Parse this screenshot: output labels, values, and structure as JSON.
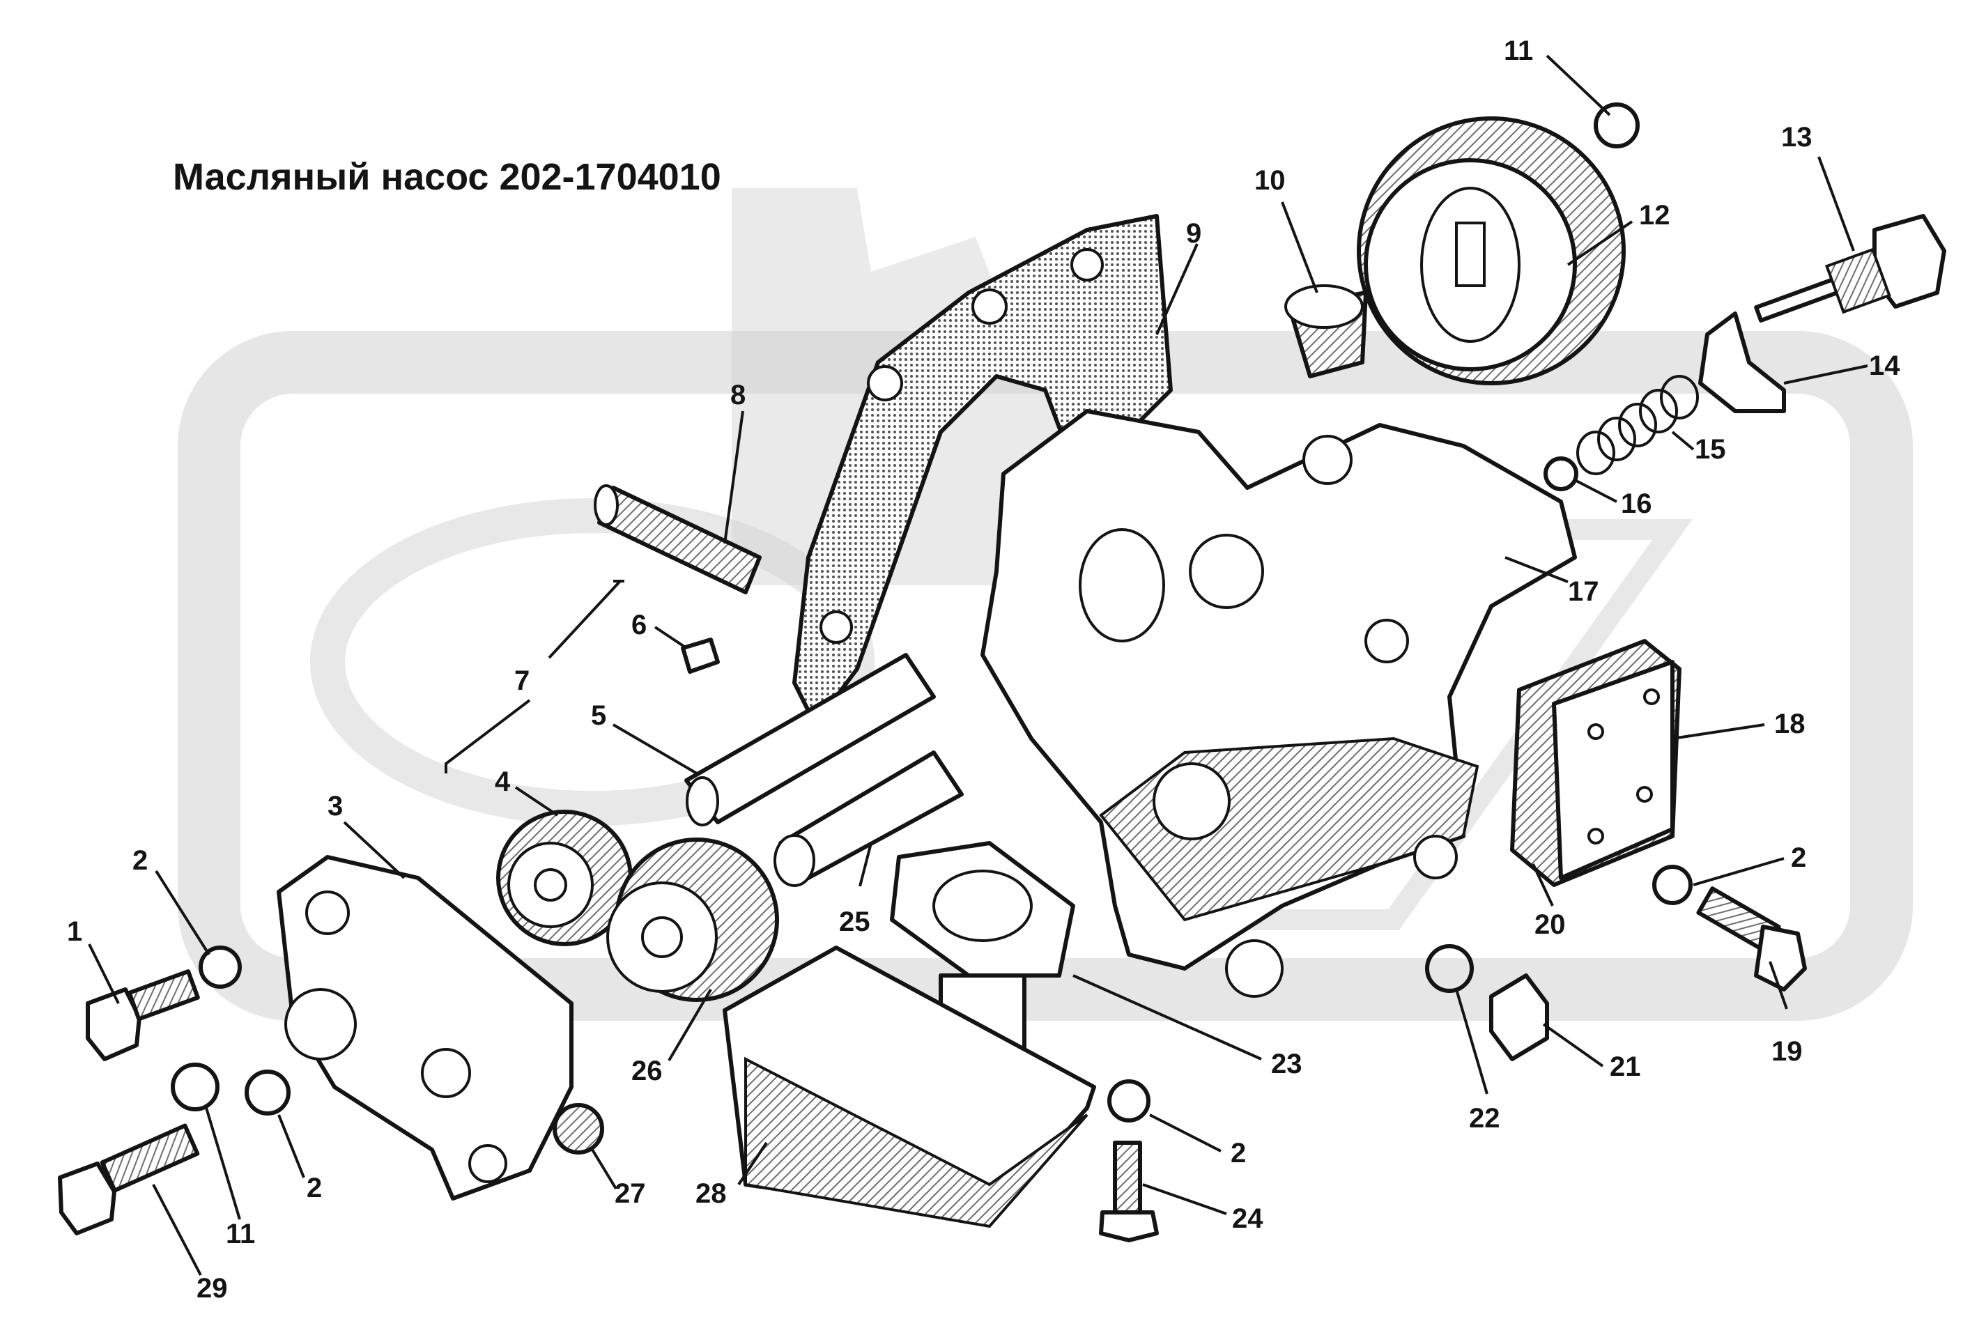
{
  "title": "Масляный насос 202-1704010",
  "colors": {
    "background": "#ffffff",
    "watermark": "#c9c9c9",
    "ink": "#141414",
    "part_fill": "#ffffff",
    "hatch": "#6e6e6e"
  },
  "callouts": [
    {
      "label": "1"
    },
    {
      "label": "2"
    },
    {
      "label": "3"
    },
    {
      "label": "4"
    },
    {
      "label": "5"
    },
    {
      "label": "6"
    },
    {
      "label": "7"
    },
    {
      "label": "8"
    },
    {
      "label": "9"
    },
    {
      "label": "10"
    },
    {
      "label": "11"
    },
    {
      "label": "12"
    },
    {
      "label": "13"
    },
    {
      "label": "14"
    },
    {
      "label": "15"
    },
    {
      "label": "16"
    },
    {
      "label": "17"
    },
    {
      "label": "18"
    },
    {
      "label": "2"
    },
    {
      "label": "19"
    },
    {
      "label": "20"
    },
    {
      "label": "21"
    },
    {
      "label": "22"
    },
    {
      "label": "23"
    },
    {
      "label": "24"
    },
    {
      "label": "2"
    },
    {
      "label": "25"
    },
    {
      "label": "26"
    },
    {
      "label": "27"
    },
    {
      "label": "28"
    },
    {
      "label": "2"
    },
    {
      "label": "11"
    },
    {
      "label": "29"
    }
  ]
}
